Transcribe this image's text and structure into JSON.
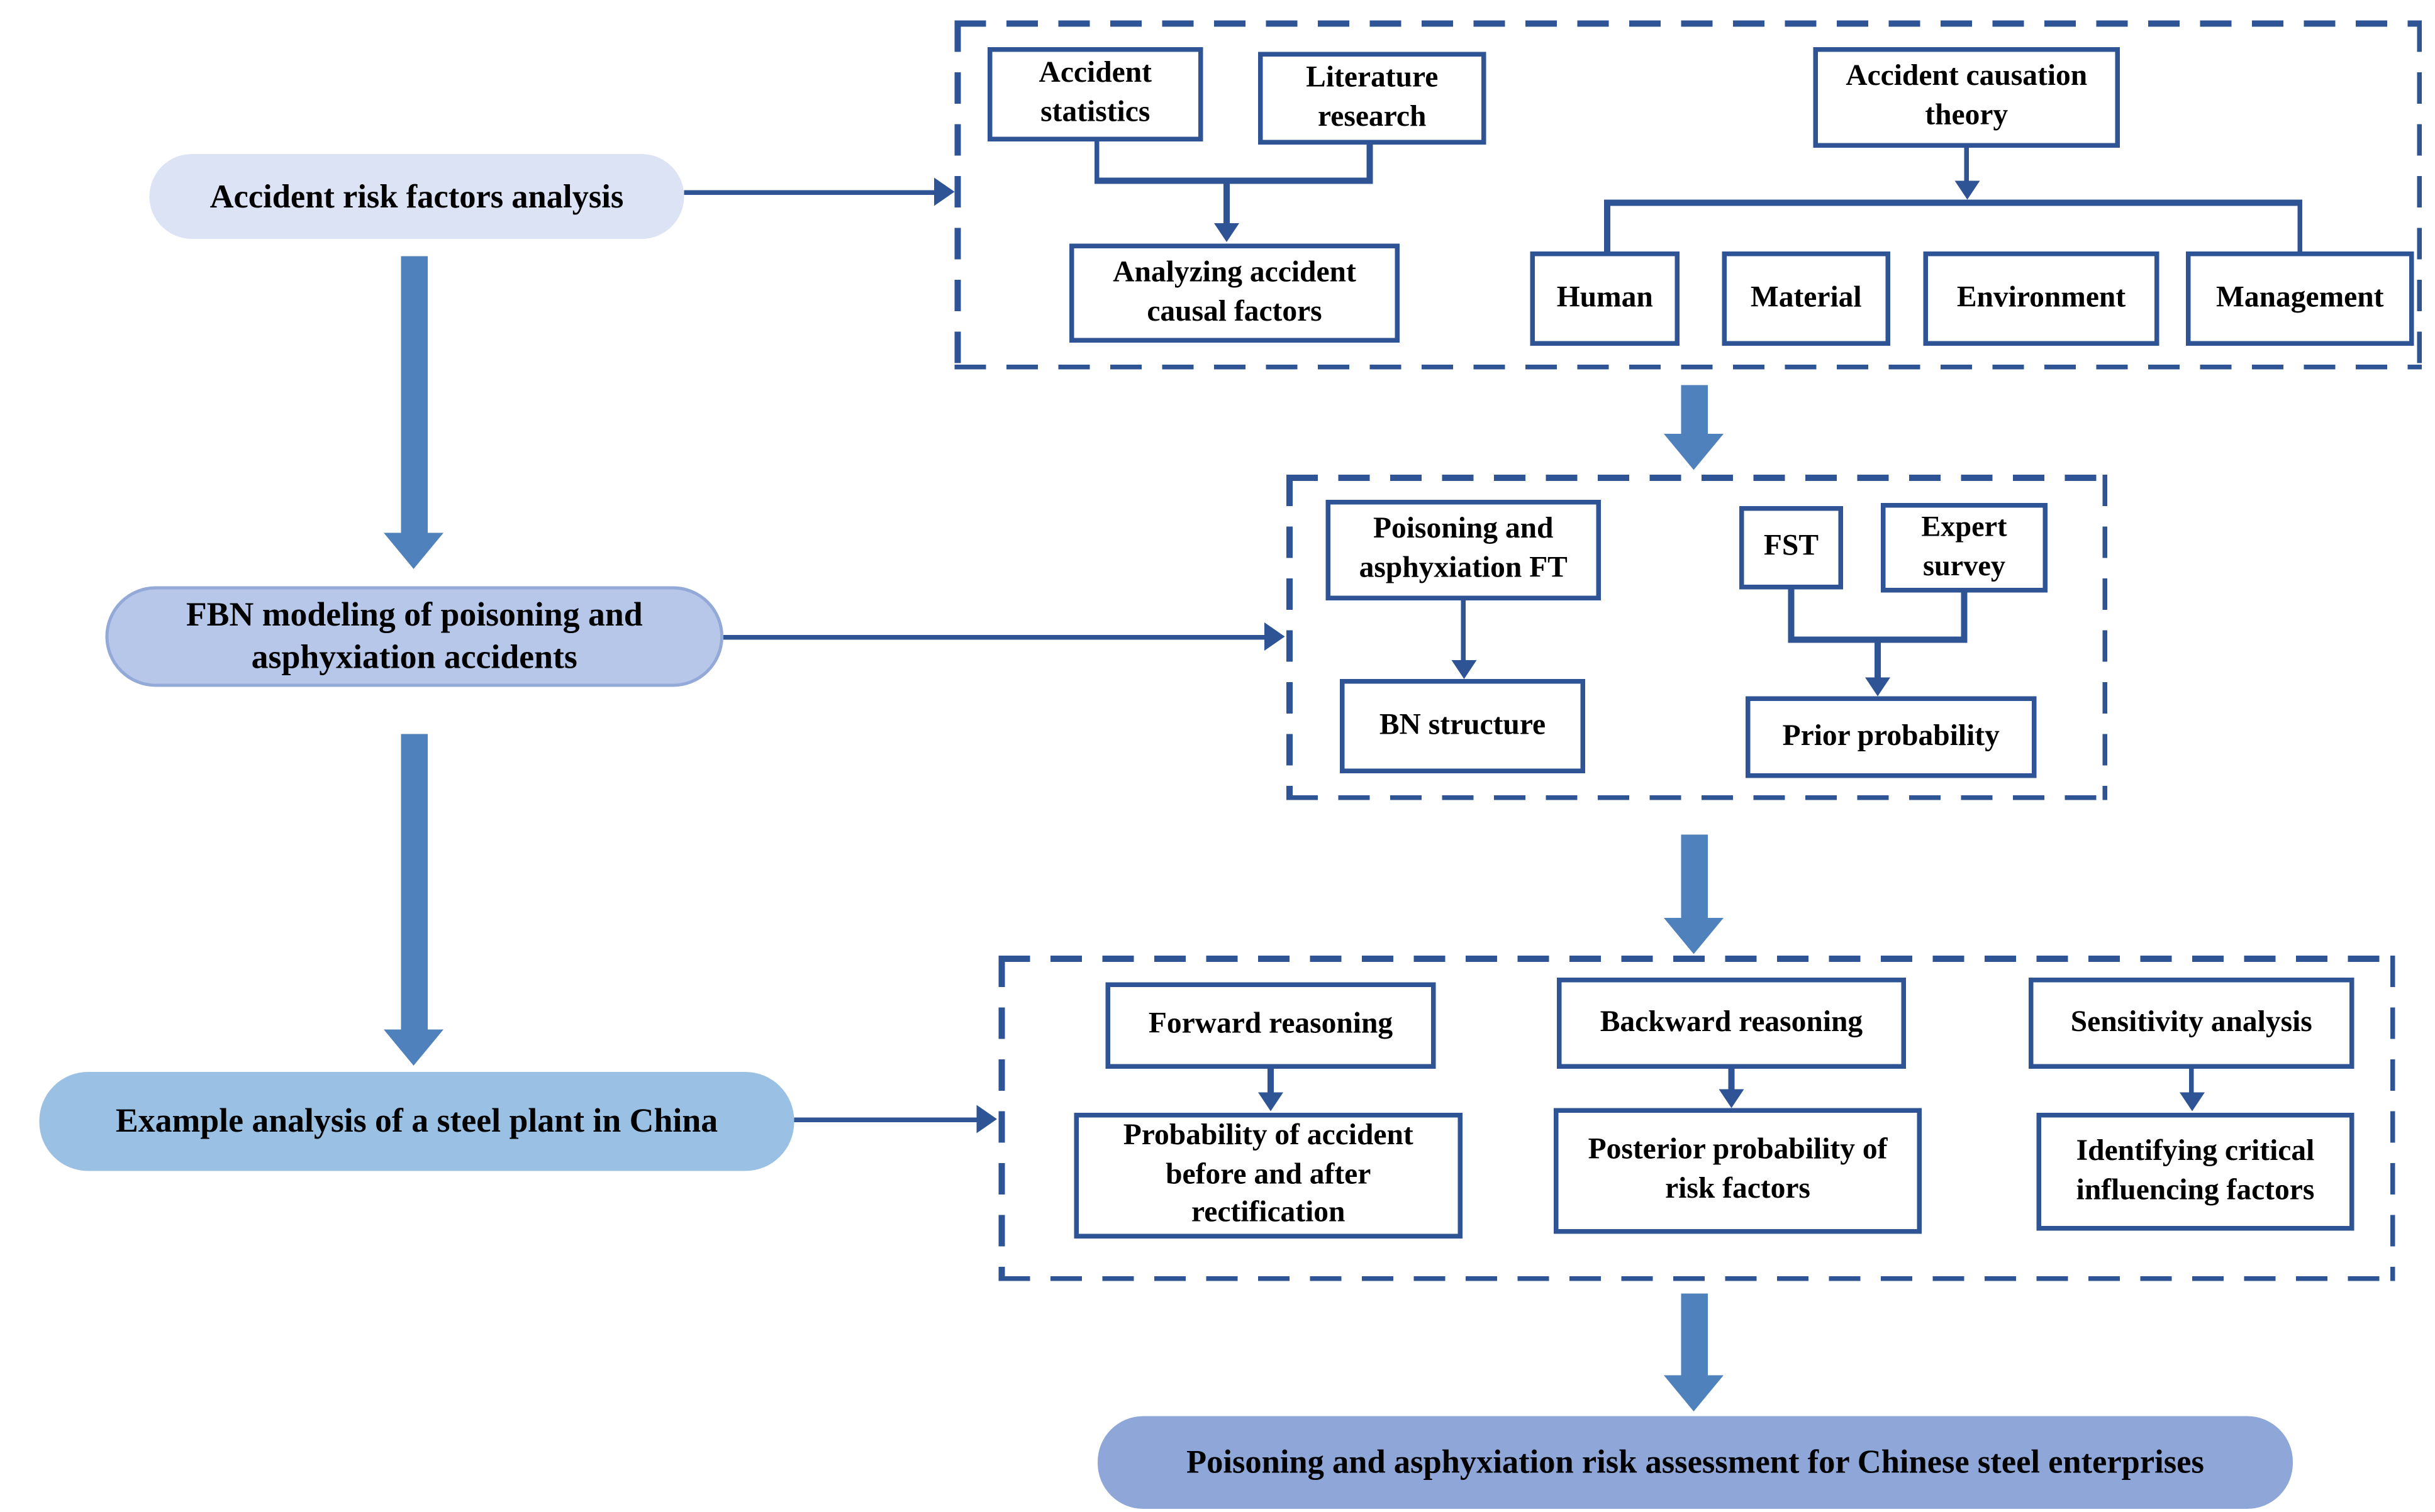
{
  "colors": {
    "line_blue": "#2F5496",
    "thick_arrow_blue": "#4F81BD",
    "stage1_fill": "#DCE3F5",
    "stage2_fill": "#B7C7E9",
    "stage2_border": "#93A9D8",
    "stage3_fill": "#9AC1E4",
    "result_fill": "#8EA6D8",
    "node_border": "#2F5496",
    "node_background": "#FFFFFF",
    "text": "#000000"
  },
  "stages": {
    "stage1": "Accident risk factors analysis",
    "stage2": "FBN modeling of poisoning and asphyxiation accidents",
    "stage3": "Example analysis of a steel plant in China",
    "result": "Poisoning and asphyxiation risk assessment for Chinese steel enterprises"
  },
  "risk_factors_panel": {
    "accident_statistics": "Accident statistics",
    "literature_research": "Literature research",
    "analyzing_causal_factors": "Analyzing accident causal factors",
    "accident_causation_theory": "Accident causation theory",
    "human": "Human",
    "material": "Material",
    "environment": "Environment",
    "management": "Management"
  },
  "fbn_modeling_panel": {
    "poisoning_asphyxiation_ft": "Poisoning and asphyxiation FT",
    "bn_structure": "BN structure",
    "fst": "FST",
    "expert_survey": "Expert survey",
    "prior_probability": "Prior probability"
  },
  "example_analysis_panel": {
    "forward_reasoning": "Forward reasoning",
    "probability_before_after": "Probability of accident before and after rectification",
    "backward_reasoning": "Backward reasoning",
    "posterior_probability": "Posterior probability of risk factors",
    "sensitivity_analysis": "Sensitivity analysis",
    "identifying_critical_factors": "Identifying  critical influencing factors"
  }
}
